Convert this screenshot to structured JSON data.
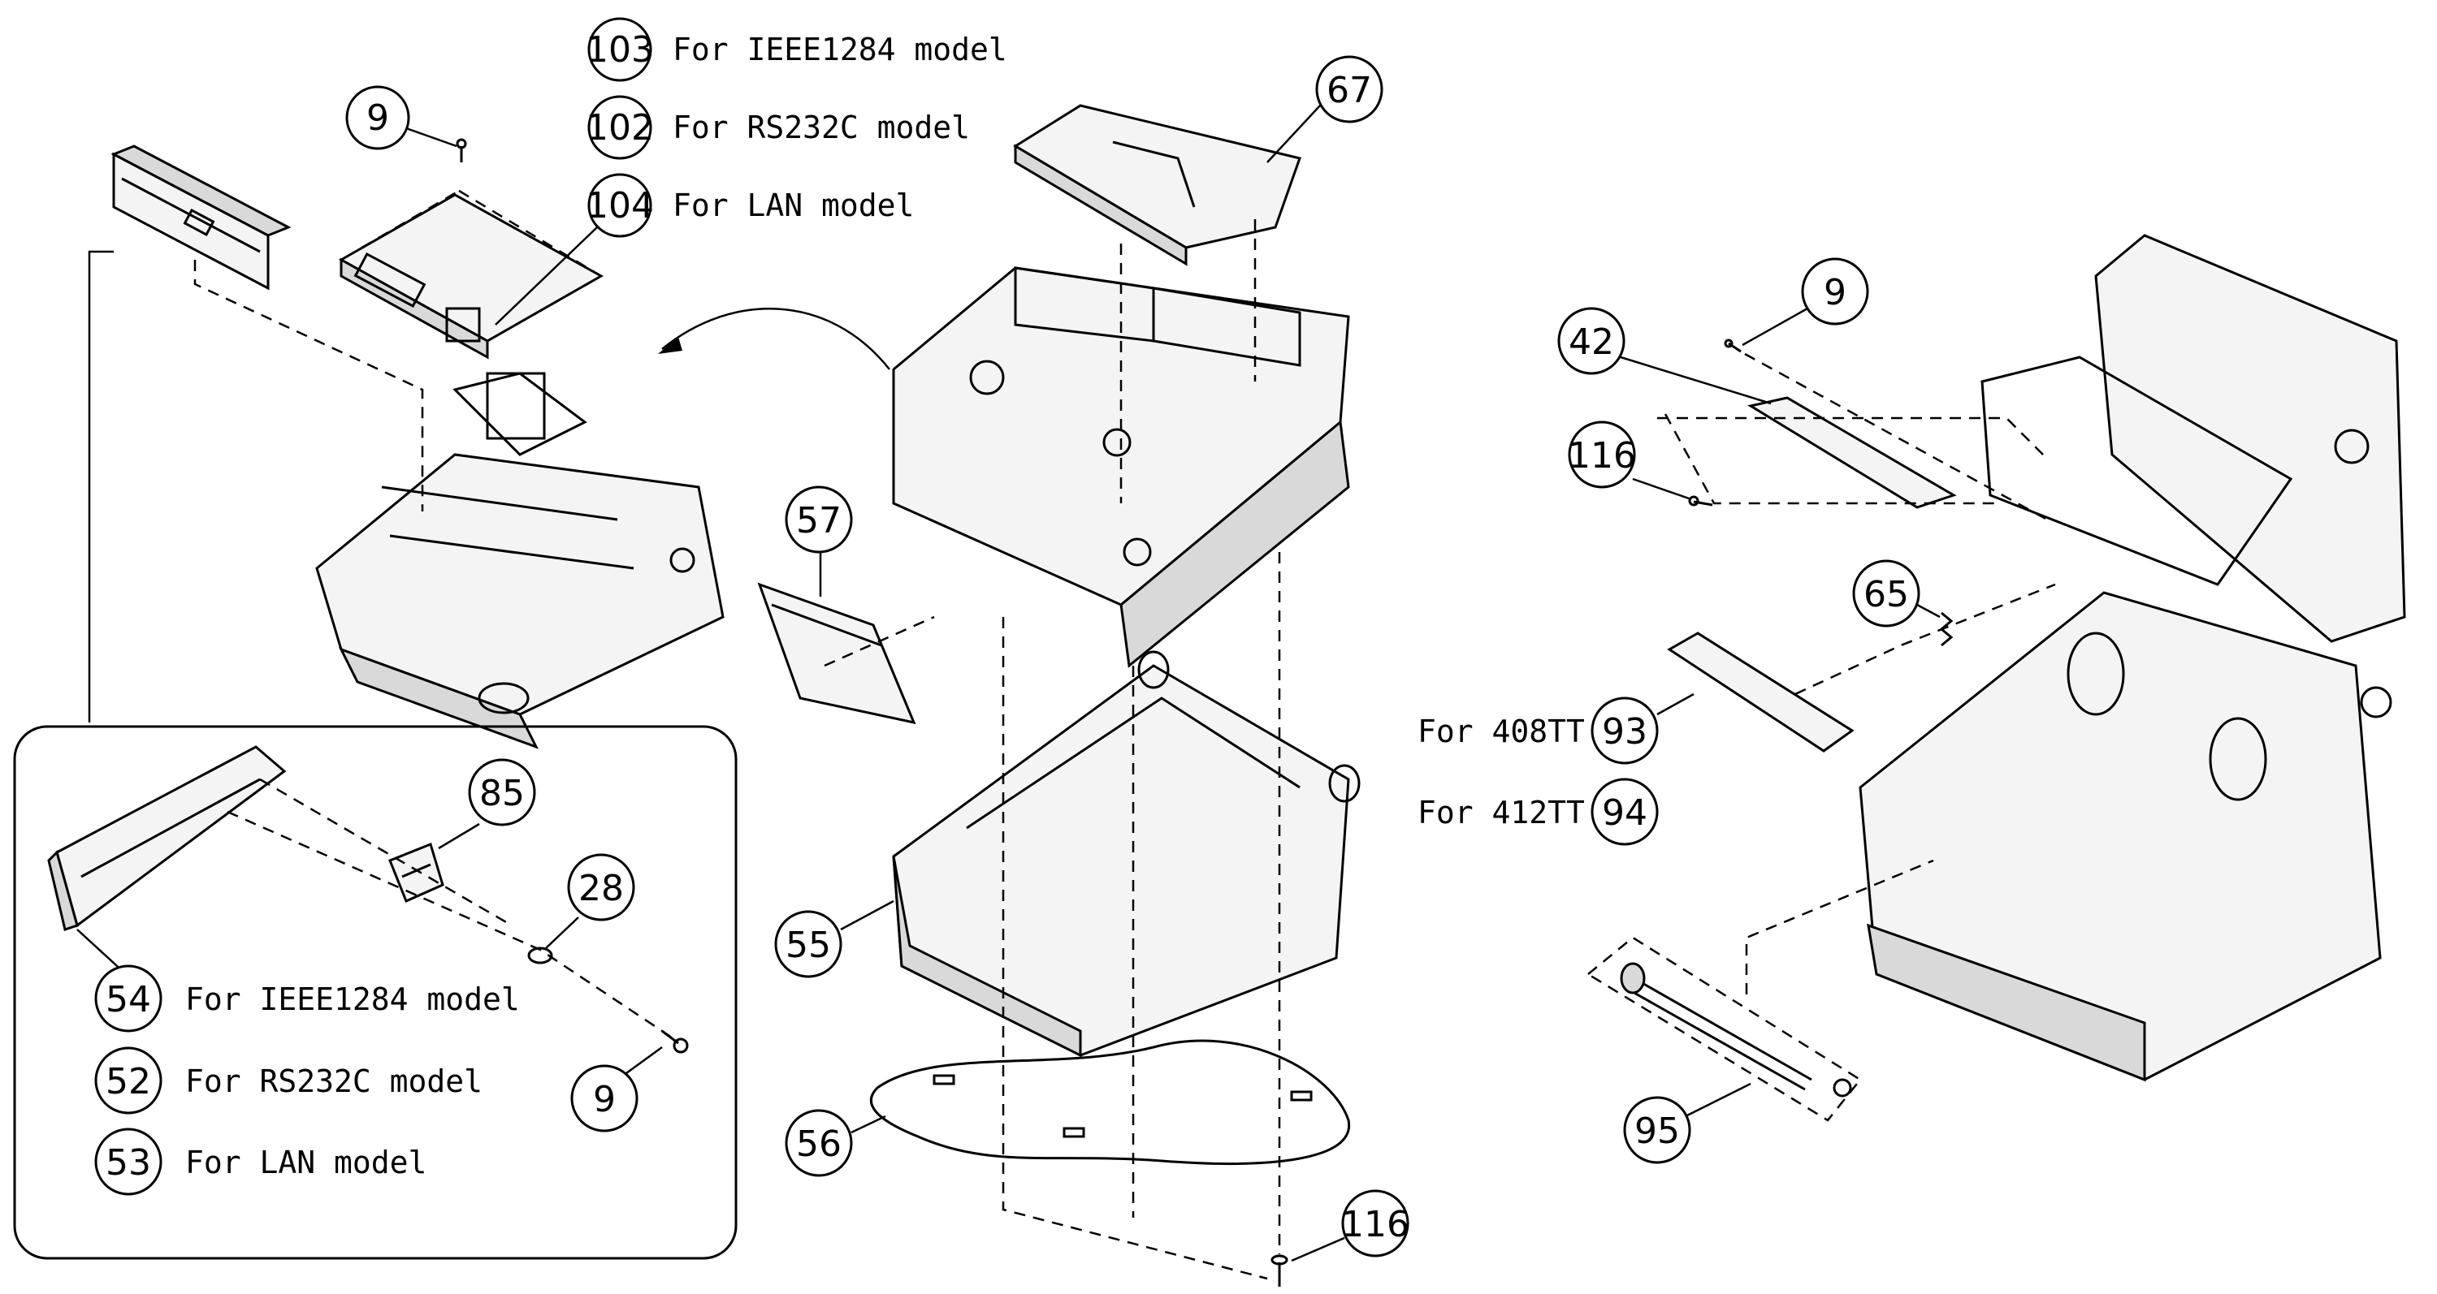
{
  "callouts": {
    "c103": {
      "num": "103",
      "label": "For IEEE1284 model"
    },
    "c102": {
      "num": "102",
      "label": "For RS232C model"
    },
    "c104": {
      "num": "104",
      "label": "For LAN model"
    },
    "c9_top": {
      "num": "9"
    },
    "c67": {
      "num": "67"
    },
    "c57": {
      "num": "57"
    },
    "c55": {
      "num": "55"
    },
    "c56": {
      "num": "56"
    },
    "c116_bottom": {
      "num": "116"
    },
    "c85": {
      "num": "85"
    },
    "c28": {
      "num": "28"
    },
    "c54": {
      "num": "54",
      "label": "For IEEE1284 model"
    },
    "c52": {
      "num": "52",
      "label": "For RS232C model"
    },
    "c53": {
      "num": "53",
      "label": "For LAN model"
    },
    "c9_inset": {
      "num": "9"
    },
    "c9_right": {
      "num": "9"
    },
    "c42": {
      "num": "42"
    },
    "c116_right": {
      "num": "116"
    },
    "c65": {
      "num": "65"
    },
    "c93": {
      "num": "93",
      "label": "For 408TT"
    },
    "c94": {
      "num": "94",
      "label": "For 412TT"
    },
    "c95": {
      "num": "95"
    }
  }
}
